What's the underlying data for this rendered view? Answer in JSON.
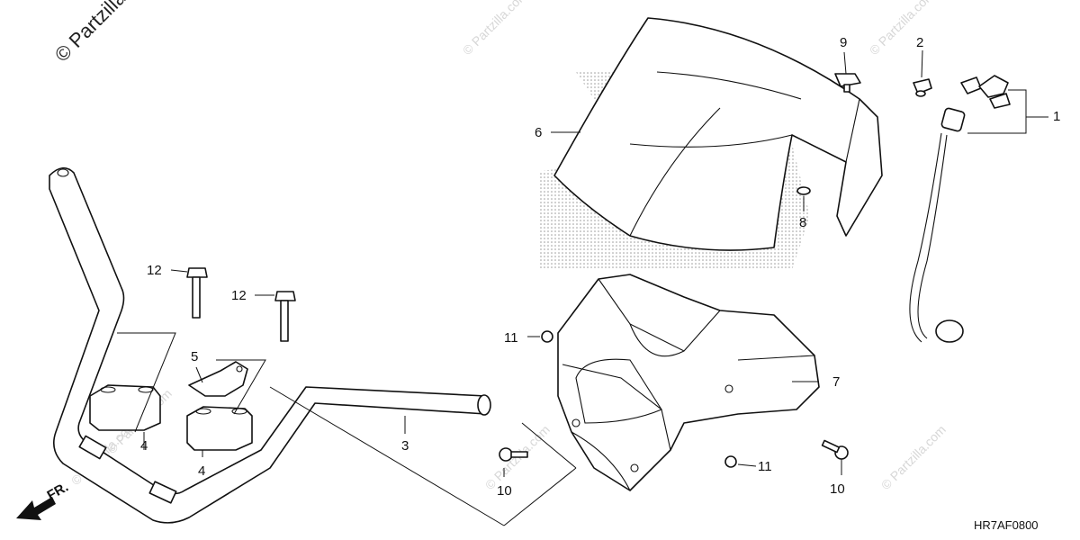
{
  "diagram": {
    "watermark_corner": "© Partzilla.com",
    "watermark_repeat": "© Partzilla.com",
    "diagram_code": "HR7AF0800",
    "front_indicator": "FR.",
    "callouts": [
      {
        "id": "c1",
        "label": "1"
      },
      {
        "id": "c2",
        "label": "2"
      },
      {
        "id": "c3",
        "label": "3"
      },
      {
        "id": "c4a",
        "label": "4"
      },
      {
        "id": "c4b",
        "label": "4"
      },
      {
        "id": "c5",
        "label": "5"
      },
      {
        "id": "c6",
        "label": "6"
      },
      {
        "id": "c7",
        "label": "7"
      },
      {
        "id": "c8",
        "label": "8"
      },
      {
        "id": "c9",
        "label": "9"
      },
      {
        "id": "c10a",
        "label": "10"
      },
      {
        "id": "c10b",
        "label": "10"
      },
      {
        "id": "c11a",
        "label": "11"
      },
      {
        "id": "c11b",
        "label": "11"
      },
      {
        "id": "c12a",
        "label": "12"
      },
      {
        "id": "c12b",
        "label": "12"
      }
    ],
    "colors": {
      "line": "#111111",
      "watermark": "#d7d7d7",
      "background": "#ffffff"
    }
  }
}
